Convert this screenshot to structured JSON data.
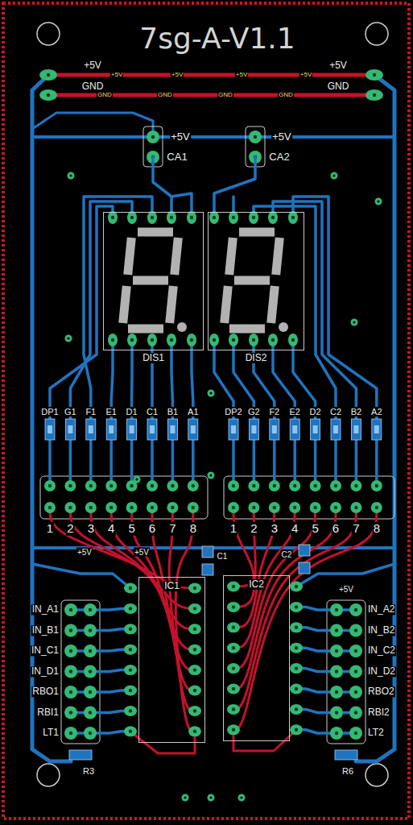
{
  "diagram": {
    "title": "7sg-A-V1.1",
    "nodes": [
      {
        "text": [
          "DIS1"
        ]
      },
      {
        "text": [
          "DIS2"
        ]
      },
      {
        "text": [
          "IC1"
        ]
      },
      {
        "text": [
          "IC2"
        ]
      }
    ],
    "labels": [
      "+5V",
      "+5V",
      "GND",
      "GND",
      "+5V",
      "+5V",
      "+5V",
      "+5V",
      "GND",
      "GND",
      "GND",
      "GND",
      "+5V",
      "CA1",
      "+5V",
      "CA2",
      "DP1",
      "G1",
      "F1",
      "E1",
      "D1",
      "C1",
      "B1",
      "A1",
      "DP2",
      "G2",
      "F2",
      "E2",
      "D2",
      "C2",
      "B2",
      "A2",
      "1",
      "2",
      "3",
      "4",
      "5",
      "6",
      "7",
      "8",
      "1",
      "2",
      "3",
      "4",
      "5",
      "6",
      "7",
      "8",
      "+5V",
      "+5V",
      "C1",
      "C2",
      "+5V",
      "IN_A1",
      "IN_B1",
      "IN_C1",
      "IN_D1",
      "RBO1",
      "RBI1",
      "LT1",
      "IN_A2",
      "IN_B2",
      "IN_C2",
      "IN_D2",
      "RBO2",
      "RBI2",
      "LT2",
      "R3",
      "R6"
    ]
  }
}
